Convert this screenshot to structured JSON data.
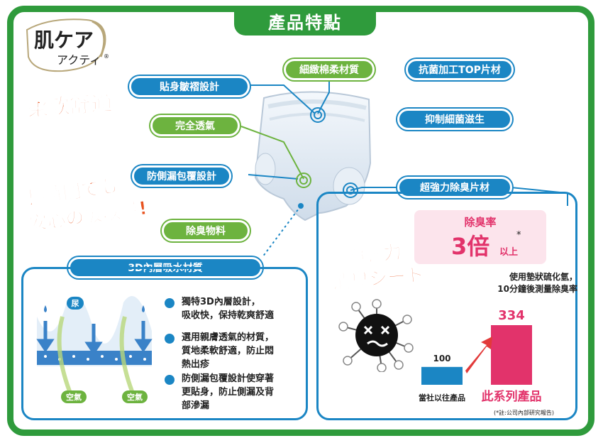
{
  "title": "產品特點",
  "logo": {
    "main": "肌ケア",
    "sub": "アクティ",
    "mark": "®"
  },
  "slogans": {
    "soft": "柔軟舒適",
    "absorb_line1": "長時間でも",
    "absorb_line2": "安心の吸収量!",
    "deodor_line1": "超強力",
    "deodor_line2": "消臭シート"
  },
  "features_left": [
    {
      "label": "貼身皺褶設計",
      "color": "blue"
    },
    {
      "label": "完全透氣",
      "color": "green"
    },
    {
      "label": "防側漏包覆設計",
      "color": "blue"
    },
    {
      "label": "除臭物料",
      "color": "green"
    },
    {
      "label": "3D內層吸水材質",
      "color": "blue"
    }
  ],
  "features_top": [
    {
      "label": "細緻棉柔材質",
      "color": "green"
    },
    {
      "label": "抗菌加工TOP片材",
      "color": "blue"
    },
    {
      "label": "抑制細菌滋生",
      "color": "blue"
    },
    {
      "label": "超強力除臭片材",
      "color": "blue"
    }
  ],
  "diagram": {
    "urine_label": "尿",
    "air_label_1": "空氣",
    "air_label_2": "空氣"
  },
  "bullets": [
    "獨特3D內層設計，\n吸收快，保持乾爽舒適",
    "選用親膚透氣的材質，\n質地柔軟舒適，防止悶\n熱出疹",
    "防側漏包覆設計使穿著\n更貼身，防止側漏及背\n部滲漏"
  ],
  "deodor_box": {
    "label": "除臭率",
    "value": "3倍",
    "unit": "以上",
    "star": "*"
  },
  "method_note": "使用墊狀硫化氫，\n10分鐘後測量除臭率",
  "chart_data": {
    "type": "bar",
    "categories": [
      "當社以往產品",
      "此系列產品"
    ],
    "values": [
      100,
      334
    ],
    "colors": [
      "#1b86c4",
      "#e2336b"
    ],
    "footnote": "(*註:公司內部研究報告)"
  },
  "colors": {
    "green": "#2f9b3c",
    "blue": "#1b86c4",
    "orange": "#e8531f",
    "pink": "#e2336b"
  }
}
